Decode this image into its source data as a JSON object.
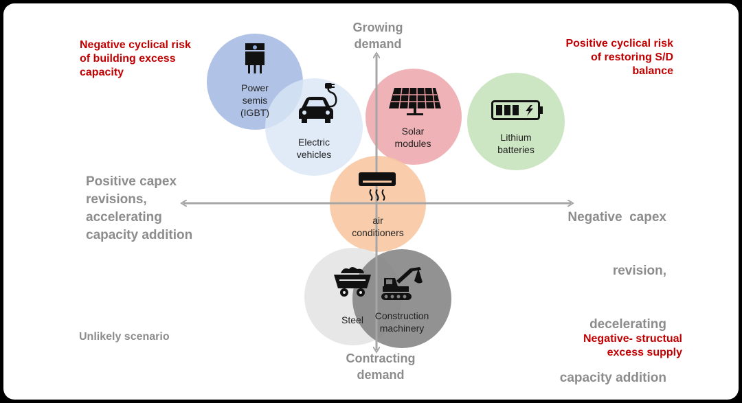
{
  "axes": {
    "top_line1": "Growing",
    "top_line2": "demand",
    "bottom_line1": "Contracting",
    "bottom_line2": "demand",
    "left": [
      "Positive capex",
      "revisions,",
      "accelerating",
      "capacity addition"
    ],
    "right": [
      "Negative  capex",
      "revision,",
      "decelerating",
      "capacity addition"
    ]
  },
  "quadrants": {
    "top_left": [
      "Negative cyclical risk",
      "of building excess",
      "capacity"
    ],
    "top_right": [
      "Positive cyclical risk",
      "of restoring S/D",
      "balance"
    ],
    "bottom_left": "Unlikely scenario",
    "bottom_right": [
      "Negative- structual",
      "excess supply"
    ]
  },
  "sectors": [
    {
      "id": "power-semis",
      "lines": [
        "Power",
        "semis",
        "(IGBT)"
      ],
      "color": "#8eaadb",
      "icon": "chip-icon"
    },
    {
      "id": "electric-vehicles",
      "lines": [
        "Electric",
        "vehicles"
      ],
      "color": "#dae6f5",
      "icon": "ev-car-icon"
    },
    {
      "id": "solar-modules",
      "lines": [
        "Solar",
        "modules"
      ],
      "color": "#e99a9f",
      "icon": "solar-panel-icon"
    },
    {
      "id": "lithium-batteries",
      "lines": [
        "Lithium",
        "batteries"
      ],
      "color": "#c7e2bb",
      "icon": "battery-icon"
    },
    {
      "id": "air-conditioners",
      "lines": [
        "air",
        "conditioners"
      ],
      "color": "#f8c8a2",
      "icon": "air-conditioner-icon"
    },
    {
      "id": "steel",
      "lines": [
        "Steel"
      ],
      "color": "#e7e7e7",
      "icon": "mine-cart-icon"
    },
    {
      "id": "construction-machinery",
      "lines": [
        "Construction",
        "machinery"
      ],
      "color": "#7f7f7f",
      "icon": "excavator-icon"
    }
  ]
}
